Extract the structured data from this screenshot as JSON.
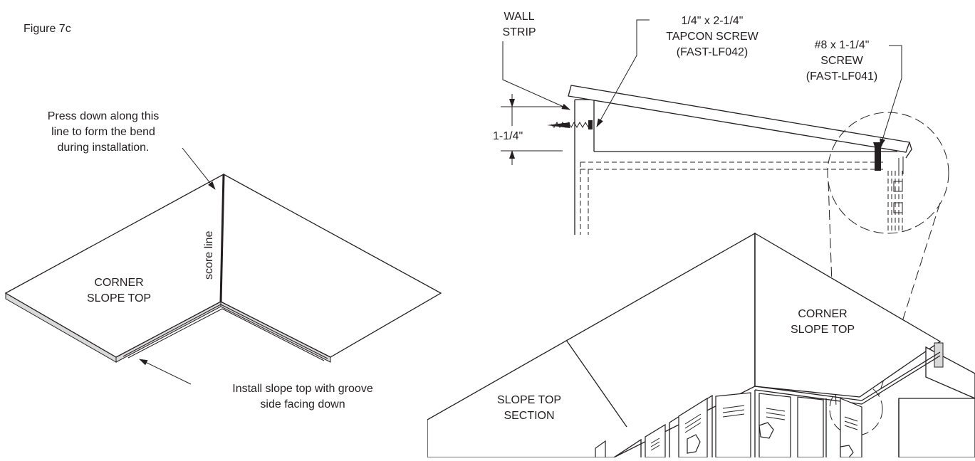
{
  "figure_label": "Figure 7c",
  "left_view": {
    "note_lines": [
      "Press down along this",
      "line to form the bend",
      "during installation."
    ],
    "score_line_label": "score line",
    "panel_label_lines": [
      "CORNER",
      "SLOPE TOP"
    ],
    "install_note_lines": [
      "Install slope top with groove",
      "side facing down"
    ]
  },
  "section_view": {
    "wall_strip_lines": [
      "WALL",
      "STRIP"
    ],
    "tapcon_lines": [
      "1/4\" x 2-1/4\"",
      "TAPCON SCREW",
      "(FAST-LF042)"
    ],
    "screw_lines": [
      "#8 x 1-1/4\"",
      "SCREW",
      "(FAST-LF041)"
    ],
    "dimension": "1-1/4\""
  },
  "locker_view": {
    "corner_label_lines": [
      "CORNER",
      "SLOPE TOP"
    ],
    "section_label_lines": [
      "SLOPE TOP",
      "SECTION"
    ]
  },
  "line_color": "#231f20",
  "edge_fill": "#d9d9d9"
}
